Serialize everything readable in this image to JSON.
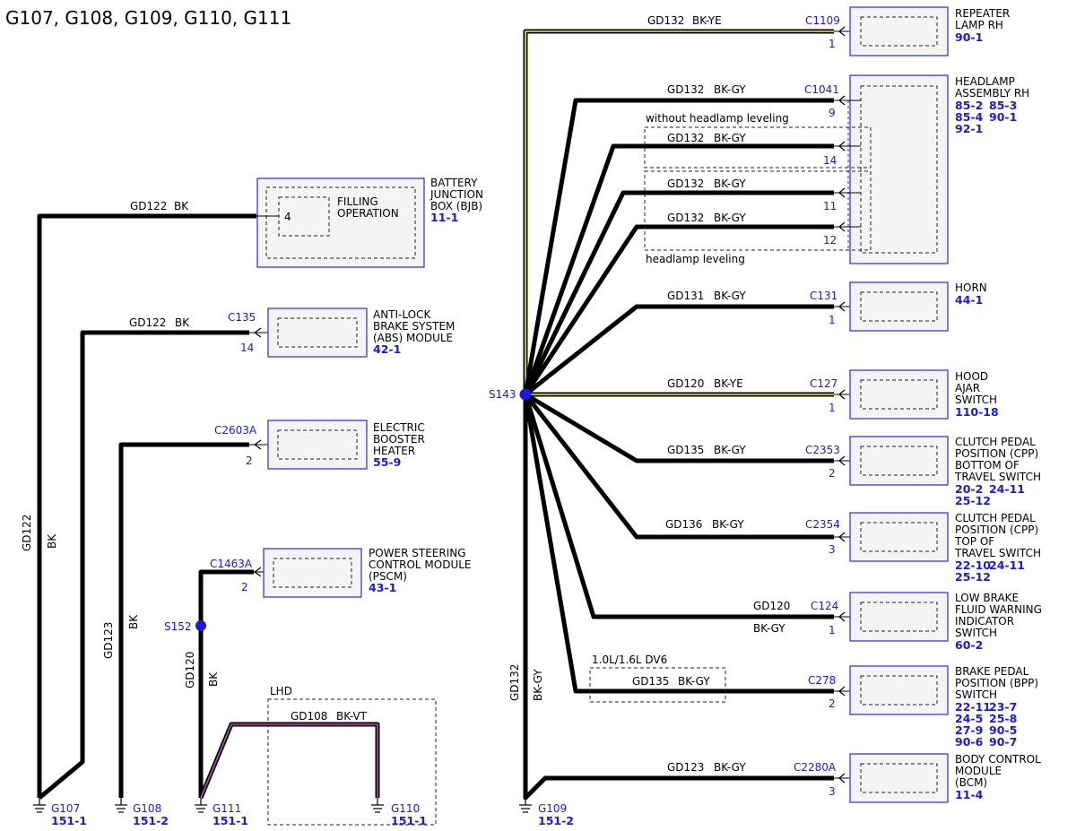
{
  "title": "G107, G108, G109, G110, G111",
  "colors": {
    "wire": "#000000",
    "yellow_tracer": "#f1ea3c",
    "violet_tracer": "#b44fb4",
    "connector_blue": "#1a1adf"
  },
  "grounds": {
    "g107": {
      "id": "G107",
      "ref": "151-1"
    },
    "g108": {
      "id": "G108",
      "ref": "151-2"
    },
    "g111": {
      "id": "G111",
      "ref": "151-1"
    },
    "g110": {
      "id": "G110",
      "ref": "151-1"
    },
    "g109": {
      "id": "G109",
      "ref": "151-2"
    }
  },
  "splices": {
    "s143": "S143",
    "s152": "S152"
  },
  "left": {
    "bjb": {
      "circuit": "GD122",
      "color": "BK",
      "pin": "4",
      "inner_l1": "FILLING",
      "inner_l2": "OPERATION",
      "name_l1": "BATTERY",
      "name_l2": "JUNCTION",
      "name_l3": "BOX (BJB)",
      "ref": "11-1"
    },
    "g107_vert": {
      "circuit": "GD122",
      "color": "BK"
    },
    "abs": {
      "circuit": "GD122",
      "color": "BK",
      "connector": "C135",
      "pin": "14",
      "name_l1": "ANTI-LOCK",
      "name_l2": "BRAKE SYSTEM",
      "name_l3": "(ABS) MODULE",
      "ref": "42-1"
    },
    "booster": {
      "connector": "C2603A",
      "pin": "2",
      "name_l1": "ELECTRIC",
      "name_l2": "BOOSTER",
      "name_l3": "HEATER",
      "ref": "55-9"
    },
    "g108_vert": {
      "circuit": "GD123",
      "color": "BK"
    },
    "pscm": {
      "connector": "C1463A",
      "pin": "2",
      "name_l1": "POWER STEERING",
      "name_l2": "CONTROL MODULE",
      "name_l3": "(PSCM)",
      "ref": "43-1"
    },
    "g111_vert": {
      "circuit": "GD120",
      "color": "BK"
    },
    "lhd": {
      "label": "LHD",
      "circuit": "GD108",
      "color": "BK-VT"
    }
  },
  "right": {
    "trunk": {
      "circuit": "GD132",
      "color": "BK-GY"
    },
    "repeater": {
      "circuit": "GD132",
      "color": "BK-YE",
      "connector": "C1109",
      "pin": "1",
      "name_l1": "REPEATER",
      "name_l2": "LAMP RH",
      "ref": "90-1"
    },
    "headlamp": {
      "connector": "C1041",
      "name_l1": "HEADLAMP",
      "name_l2": "ASSEMBLY RH",
      "ref_l1a": "85-2",
      "ref_l1b": "85-3",
      "ref_l2a": "85-4",
      "ref_l2b": "90-1",
      "ref_l3a": "92-1",
      "without_label": "without headlamp leveling",
      "with_label": "headlamp leveling",
      "wires": [
        {
          "circuit": "GD132",
          "color": "BK-GY",
          "pin": "9"
        },
        {
          "circuit": "GD132",
          "color": "BK-GY",
          "pin": "14"
        },
        {
          "circuit": "GD132",
          "color": "BK-GY",
          "pin": "11"
        },
        {
          "circuit": "GD132",
          "color": "BK-GY",
          "pin": "12"
        }
      ]
    },
    "horn": {
      "circuit": "GD131",
      "color": "BK-GY",
      "connector": "C131",
      "pin": "1",
      "name_l1": "HORN",
      "ref": "44-1"
    },
    "hood": {
      "circuit": "GD120",
      "color": "BK-YE",
      "connector": "C127",
      "pin": "1",
      "name_l1": "HOOD",
      "name_l2": "AJAR",
      "name_l3": "SWITCH",
      "ref": "110-18"
    },
    "cpp_bottom": {
      "circuit": "GD135",
      "color": "BK-GY",
      "connector": "C2353",
      "pin": "2",
      "name_l1": "CLUTCH PEDAL",
      "name_l2": "POSITION (CPP)",
      "name_l3": "BOTTOM OF",
      "name_l4": "TRAVEL SWITCH",
      "ref_a": "20-2",
      "ref_b": "24-11",
      "ref_c": "25-12"
    },
    "cpp_top": {
      "circuit": "GD136",
      "color": "BK-GY",
      "connector": "C2354",
      "pin": "3",
      "name_l1": "CLUTCH PEDAL",
      "name_l2": "POSITION (CPP)",
      "name_l3": "TOP OF",
      "name_l4": "TRAVEL SWITCH",
      "ref_a": "22-10",
      "ref_b": "24-11",
      "ref_c": "25-12"
    },
    "brake_fluid": {
      "circuit": "GD120",
      "color": "BK-GY",
      "connector": "C124",
      "pin": "1",
      "name_l1": "LOW BRAKE",
      "name_l2": "FLUID WARNING",
      "name_l3": "INDICATOR",
      "name_l4": "SWITCH",
      "ref": "60-2"
    },
    "bpp": {
      "variant": "1.0L/1.6L DV6",
      "circuit": "GD135",
      "color": "BK-GY",
      "connector": "C278",
      "pin": "2",
      "name_l1": "BRAKE PEDAL",
      "name_l2": "POSITION (BPP)",
      "name_l3": "SWITCH",
      "refs": [
        [
          "22-11",
          "23-7"
        ],
        [
          "24-5",
          "25-8"
        ],
        [
          "27-9",
          "90-5"
        ],
        [
          "90-6",
          "90-7"
        ]
      ]
    },
    "bcm": {
      "circuit": "GD123",
      "color": "BK-GY",
      "connector": "C2280A",
      "pin": "3",
      "name_l1": "BODY CONTROL",
      "name_l2": "MODULE",
      "name_l3": "(BCM)",
      "ref": "11-4"
    }
  }
}
